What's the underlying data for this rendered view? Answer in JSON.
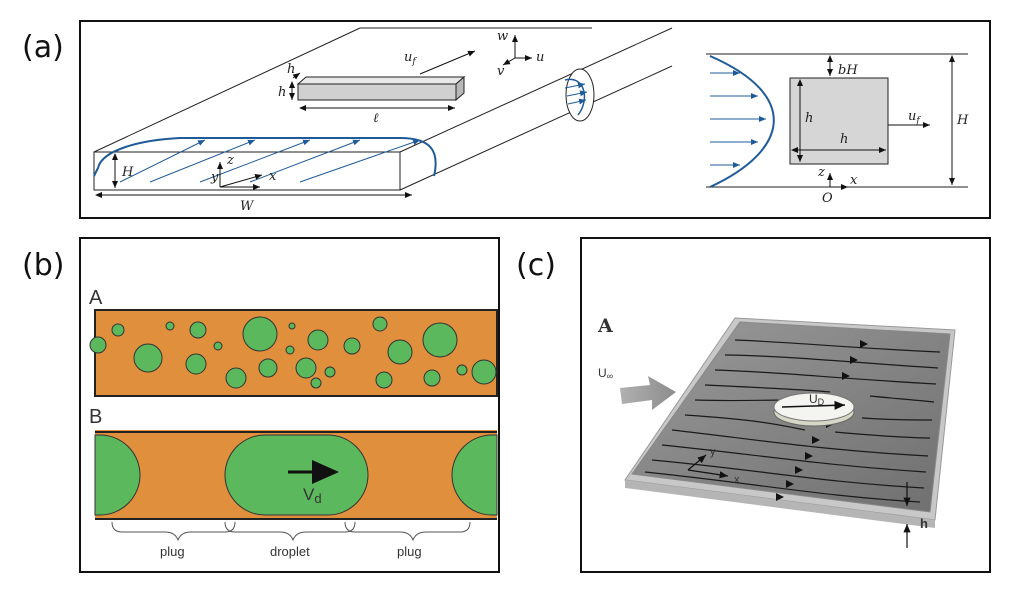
{
  "labels": {
    "a": "(a)",
    "b": "(b)",
    "c": "(c)"
  },
  "panel_a": {
    "u_f": "u",
    "u_f_sub": "f",
    "h_small": "h",
    "h": "h",
    "ell": "ℓ",
    "H": "H",
    "W": "W",
    "y": "y",
    "z": "z",
    "x": "x",
    "w": "w",
    "v": "v",
    "u": "u",
    "bH": "bH",
    "h_right_v": "h",
    "h_right_h": "h",
    "H_right": "H",
    "z_right": "z",
    "x_right": "x",
    "O": "O",
    "u_f_right": "u",
    "u_f_right_sub": "f"
  },
  "panel_b": {
    "A": "A",
    "B": "B",
    "vd": "V",
    "vd_sub": "d",
    "plug_left": "plug",
    "droplet": "droplet",
    "plug_right": "plug"
  },
  "panel_c": {
    "A": "A",
    "U_inf": "U",
    "U_inf_sub": "∞",
    "U_D": "U",
    "U_D_sub": "D",
    "y": "y",
    "x": "x",
    "h": "h"
  },
  "colors": {
    "flow_blue": "#1f5b99",
    "oil_orange": "#e08f3c",
    "drop_green": "#5cb85c",
    "plate_gray": "#8a8a8a"
  }
}
